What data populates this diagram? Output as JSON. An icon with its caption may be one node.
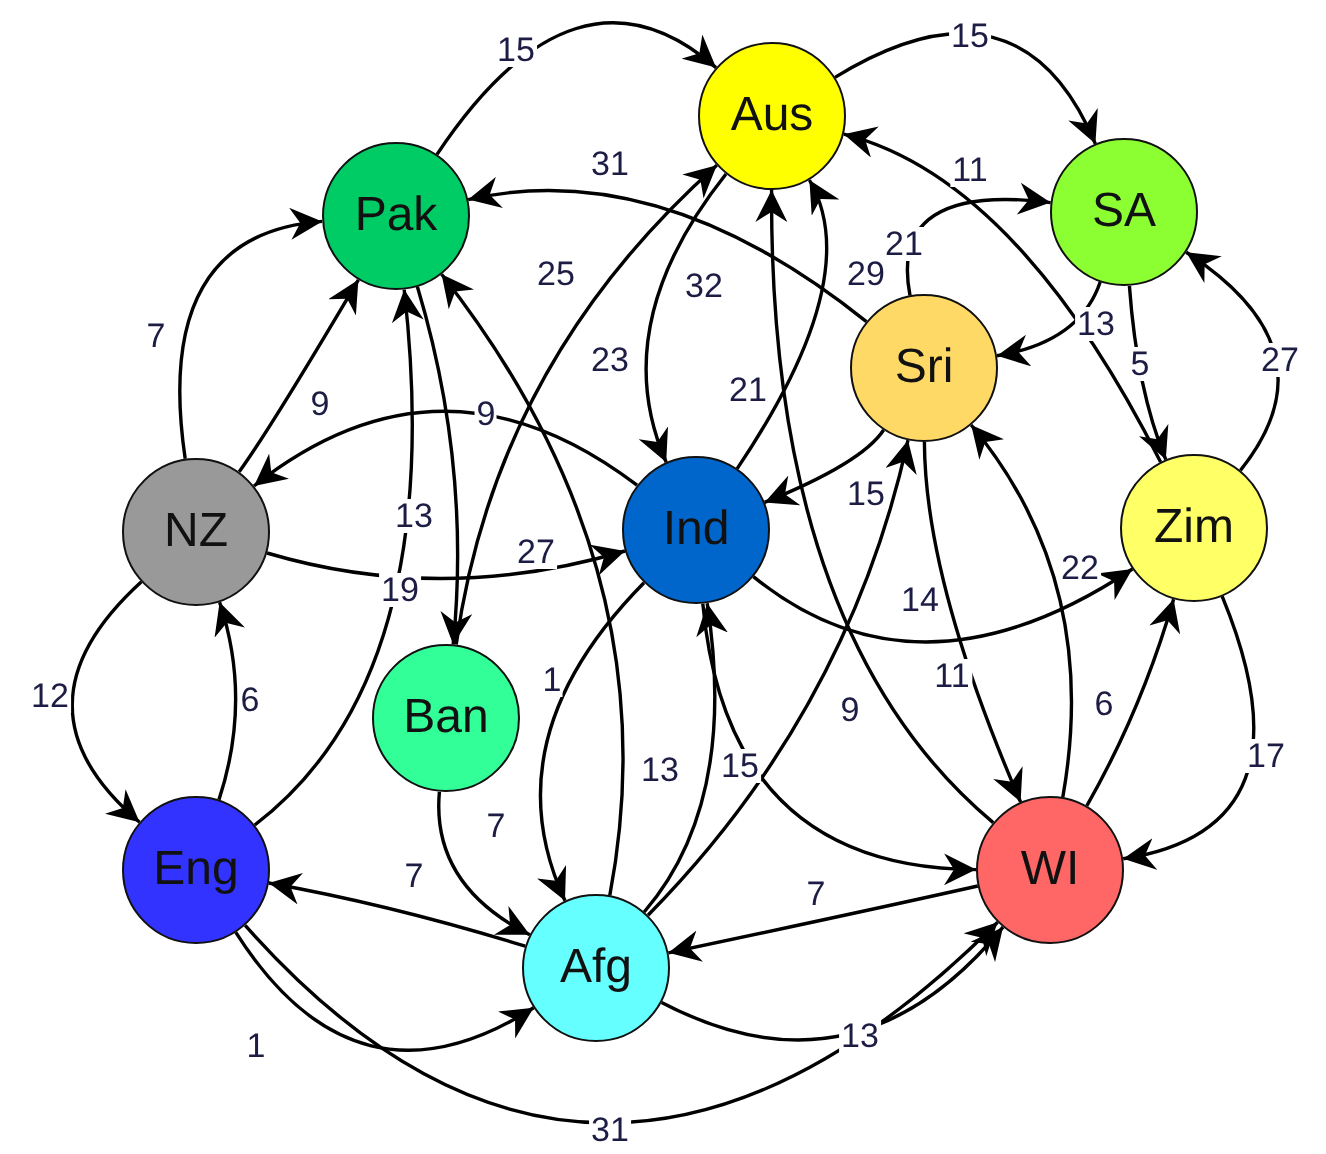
{
  "diagram": {
    "nodes": [
      {
        "text": [
          "Aus"
        ]
      },
      {
        "text": [
          "Pak"
        ]
      },
      {
        "text": [
          "SA"
        ]
      },
      {
        "text": [
          "Sri"
        ]
      },
      {
        "text": [
          "NZ"
        ]
      },
      {
        "text": [
          "Ind"
        ]
      },
      {
        "text": [
          "Zim"
        ]
      },
      {
        "text": [
          "Ban"
        ]
      },
      {
        "text": [
          "Eng"
        ]
      },
      {
        "text": [
          "WI"
        ]
      },
      {
        "text": [
          "Afg"
        ]
      }
    ],
    "edges": [
      {
        "from": 1,
        "to": 0,
        "arrow": "to",
        "label": "15"
      },
      {
        "from": 0,
        "to": 2,
        "arrow": "to",
        "label": "15"
      },
      {
        "from": 3,
        "to": 1,
        "arrow": "to",
        "label": "31"
      },
      {
        "from": 6,
        "to": 0,
        "arrow": "to",
        "label": "11"
      },
      {
        "from": 3,
        "to": 2,
        "arrow": "to",
        "label": "21"
      },
      {
        "from": 4,
        "to": 1,
        "arrow": "to",
        "label": "7"
      },
      {
        "from": 4,
        "to": 1,
        "arrow": "to",
        "label": "9"
      },
      {
        "from": 10,
        "to": 1,
        "arrow": "to",
        "label": "25"
      },
      {
        "from": 7,
        "to": 0,
        "arrow": "to",
        "label": "23"
      },
      {
        "from": 0,
        "to": 5,
        "arrow": "to",
        "label": "32"
      },
      {
        "from": 5,
        "to": 0,
        "arrow": "to",
        "label": "29"
      },
      {
        "from": 2,
        "to": 3,
        "arrow": "to",
        "label": "13"
      },
      {
        "from": 5,
        "to": 4,
        "arrow": "to",
        "label": "9"
      },
      {
        "from": 2,
        "to": 6,
        "arrow": "to",
        "label": "5"
      },
      {
        "from": 6,
        "to": 2,
        "arrow": "to",
        "label": "27"
      },
      {
        "from": 3,
        "to": 5,
        "arrow": "to",
        "label": "15"
      },
      {
        "from": 4,
        "to": 5,
        "arrow": "to",
        "label": "27"
      },
      {
        "from": 1,
        "to": 7,
        "arrow": "to",
        "label": "19"
      },
      {
        "from": 8,
        "to": 1,
        "arrow": "to",
        "label": "13"
      },
      {
        "from": 5,
        "to": 6,
        "arrow": "to",
        "label": "14"
      },
      {
        "from": 9,
        "to": 3,
        "arrow": "to",
        "label": "22"
      },
      {
        "from": 4,
        "to": 8,
        "arrow": "to",
        "label": "12"
      },
      {
        "from": 8,
        "to": 4,
        "arrow": "to",
        "label": "6"
      },
      {
        "from": 5,
        "to": 10,
        "arrow": "to",
        "label": "1"
      },
      {
        "from": 3,
        "to": 9,
        "arrow": "to",
        "label": "11"
      },
      {
        "from": 10,
        "to": 5,
        "arrow": "to",
        "label": "13"
      },
      {
        "from": 5,
        "to": 9,
        "arrow": "to",
        "label": "15"
      },
      {
        "from": 10,
        "to": 3,
        "arrow": "to",
        "label": "9"
      },
      {
        "from": 9,
        "to": 6,
        "arrow": "to",
        "label": "6"
      },
      {
        "from": 6,
        "to": 9,
        "arrow": "to",
        "label": "17"
      },
      {
        "from": 7,
        "to": 10,
        "arrow": "to",
        "label": "7"
      },
      {
        "from": 10,
        "to": 8,
        "arrow": "to",
        "label": "7"
      },
      {
        "from": 9,
        "to": 10,
        "arrow": "to",
        "label": "7"
      },
      {
        "from": 8,
        "to": 10,
        "arrow": "to",
        "label": "1"
      },
      {
        "from": 10,
        "to": 9,
        "arrow": "to",
        "label": "13"
      },
      {
        "from": 8,
        "to": 9,
        "arrow": "to",
        "label": "31"
      },
      {
        "from": 9,
        "to": 0,
        "arrow": "to",
        "label": "21"
      }
    ]
  }
}
